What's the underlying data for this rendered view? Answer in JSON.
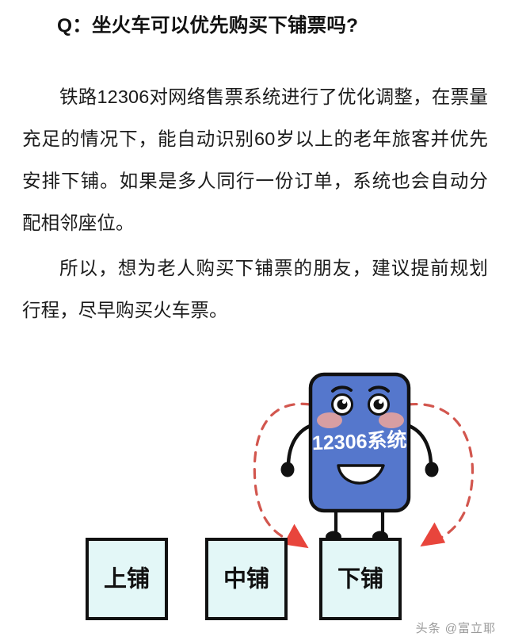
{
  "article": {
    "question": "Q：坐火车可以优先购买下铺票吗?",
    "paragraphs": [
      "铁路12306对网络售票系统进行了优化调整，在票量充足的情况下，能自动识别60岁以上的老年旅客并优先安排下铺。如果是多人同行一份订单，系统也会自动分配相邻座位。",
      "所以，想为老人购买下铺票的朋友，建议提前规划行程，尽早购买火车票。"
    ]
  },
  "illustration": {
    "mascot": {
      "label": "12306系统",
      "body_color": "#5577CC",
      "outline_color": "#111111",
      "cheek_color": "#F0A59A",
      "face_feature_color": "#FFFFFF"
    },
    "berths": [
      {
        "label": "上铺",
        "highlighted": "false"
      },
      {
        "label": "中铺",
        "highlighted": "false"
      },
      {
        "label": "下铺",
        "highlighted": "true"
      }
    ],
    "berth_fill_color": "#E3F7F7",
    "berth_border_color": "#111111",
    "arrow_color": "#E8453C",
    "arc_color": "#D2564E"
  },
  "watermark": {
    "text": "头条 @富立耶"
  }
}
